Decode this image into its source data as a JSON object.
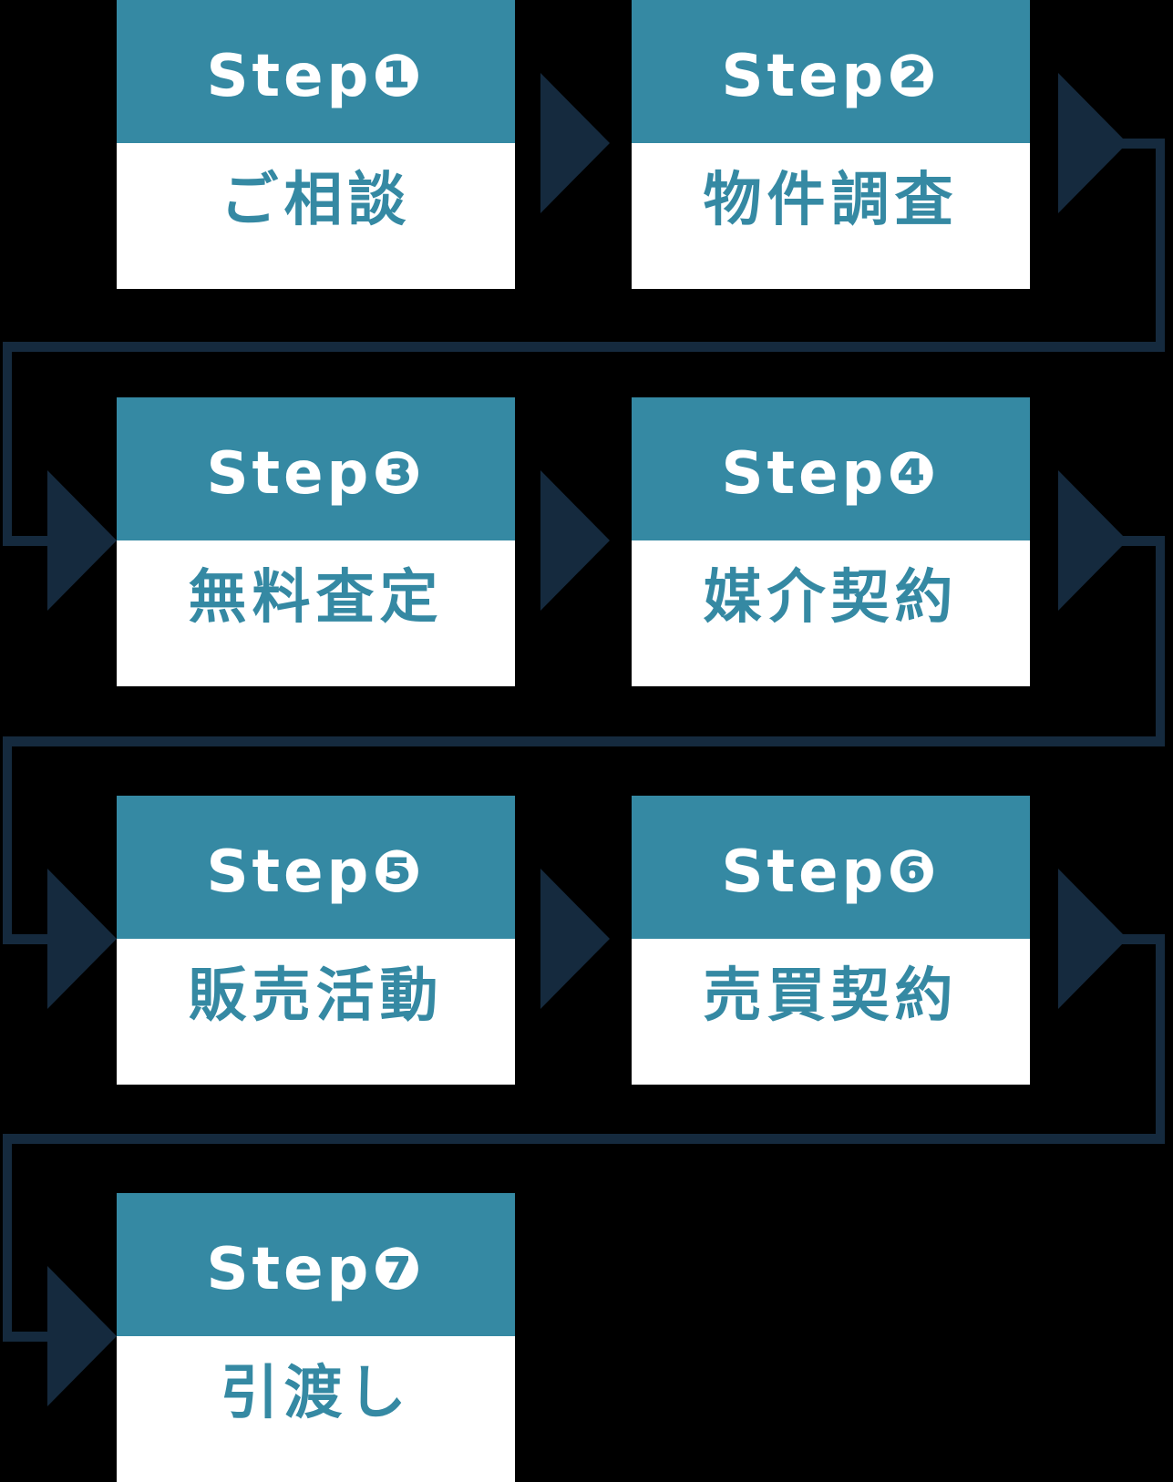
{
  "flow": {
    "steps": [
      {
        "step_label": "Step❶",
        "title": "ご相談"
      },
      {
        "step_label": "Step❷",
        "title": "物件調査"
      },
      {
        "step_label": "Step❸",
        "title": "無料査定"
      },
      {
        "step_label": "Step❹",
        "title": "媒介契約"
      },
      {
        "step_label": "Step❺",
        "title": "販売活動"
      },
      {
        "step_label": "Step❻",
        "title": "売買契約"
      },
      {
        "step_label": "Step❼",
        "title": "引渡し"
      }
    ]
  },
  "palette": {
    "header_teal": "#3589A3",
    "title_teal": "#3589A3",
    "arrow_navy": "#152A3E",
    "card_white": "#FFFFFF",
    "background_black": "#000000"
  }
}
